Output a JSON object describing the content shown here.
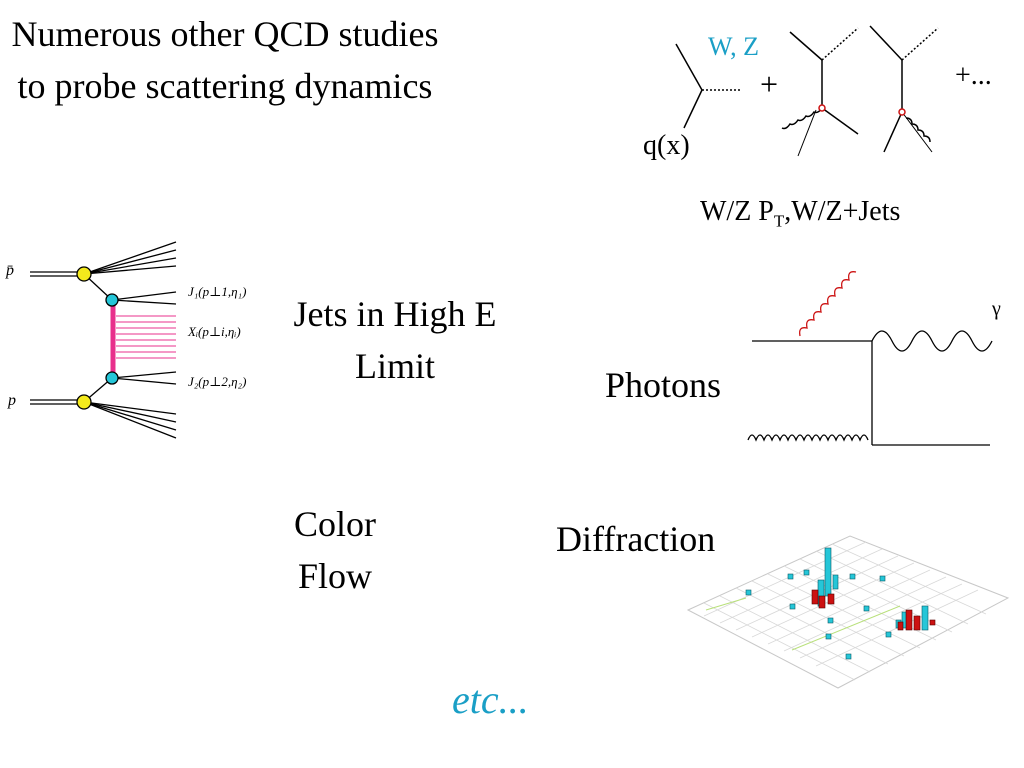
{
  "title": "Numerous other QCD studies to probe scattering dynamics",
  "topics": {
    "jets": "Jets in High E Limit",
    "photons": "Photons",
    "color_flow": "Color Flow",
    "diffraction": "Diffraction",
    "etc": "etc..."
  },
  "wz_diagram": {
    "boson_label": "W, Z",
    "plus_1": "+",
    "plus_more": "+...",
    "quark_label": "q(x)",
    "caption_main": "W/Z P",
    "caption_sub": "T",
    "caption_tail": ",W/Z+Jets"
  },
  "jet_diagram": {
    "pbar_label": "p̄",
    "p_label": "p",
    "j1_label": "J₁(p⊥1,η₁)",
    "xi_label": "Xᵢ(p⊥i,ηᵢ)",
    "j2_label": "J₂(p⊥2,η₂)"
  },
  "photon_diagram": {
    "gamma_label": "γ"
  },
  "colors": {
    "accent": "#1a9fc6",
    "magenta": "#e8308c",
    "red": "#cc1111",
    "cyan": "#25c6d8",
    "yellow": "#f4ea1c"
  }
}
